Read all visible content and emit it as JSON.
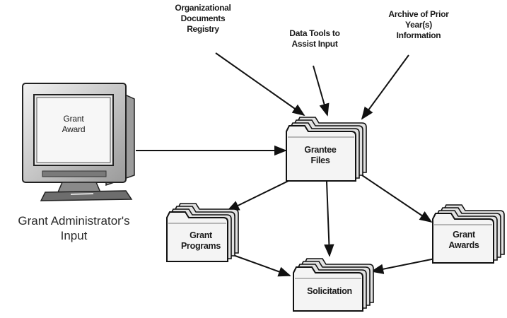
{
  "sources": {
    "org_docs": [
      "Organizational",
      "Documents",
      "Registry"
    ],
    "data_tools": [
      "Data Tools to",
      "Assist Input"
    ],
    "archive": [
      "Archive of Prior",
      "Year(s)",
      "Information"
    ]
  },
  "computer": {
    "screen_text": [
      "Grant",
      "Award"
    ],
    "caption": [
      "Grant Administrator's",
      "Input"
    ]
  },
  "folders": {
    "grantee_files": [
      "Grantee",
      "Files"
    ],
    "grant_programs": [
      "Grant",
      "Programs"
    ],
    "grant_awards": [
      "Grant",
      "Awards"
    ],
    "solicitation": [
      "Solicitation"
    ]
  }
}
